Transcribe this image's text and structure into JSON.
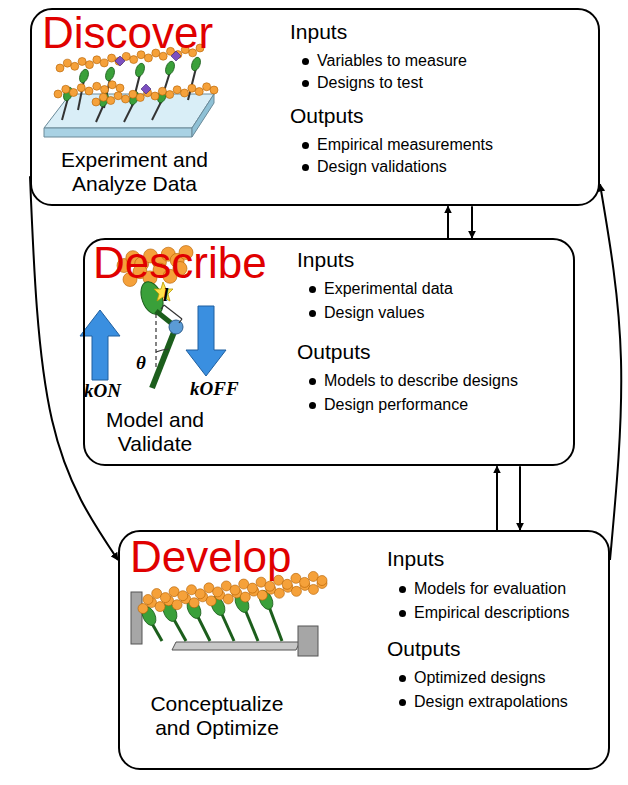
{
  "diagram": {
    "nodes": [
      {
        "text": [
          "Discover",
          "Experiment and Analyze Data",
          "Inputs",
          "Variables to measure",
          "Designs to test",
          "Outputs",
          "Empirical measurements",
          "Design validations"
        ]
      },
      {
        "text": [
          "Describe",
          "Model and Validate",
          "Inputs",
          "Experimental data",
          "Design values",
          "Outputs",
          "Models to describe designs",
          "Design performance"
        ]
      },
      {
        "text": [
          "Develop",
          "Conceptualize and Optimize",
          "Inputs",
          "Models for evaluation",
          "Empirical descriptions",
          "Outputs",
          "Optimized designs",
          "Design extrapolations"
        ]
      }
    ],
    "edges": [
      {
        "from": 1,
        "to": 0,
        "arrow": "to"
      },
      {
        "from": 0,
        "to": 1,
        "arrow": "to"
      },
      {
        "from": 2,
        "to": 1,
        "arrow": "to"
      },
      {
        "from": 1,
        "to": 2,
        "arrow": "to"
      },
      {
        "from": 0,
        "to": 2,
        "arrow": "to"
      },
      {
        "from": 2,
        "to": 0,
        "arrow": "to"
      }
    ],
    "labels": [
      "kON",
      "kOFF",
      "θ",
      "l"
    ]
  }
}
